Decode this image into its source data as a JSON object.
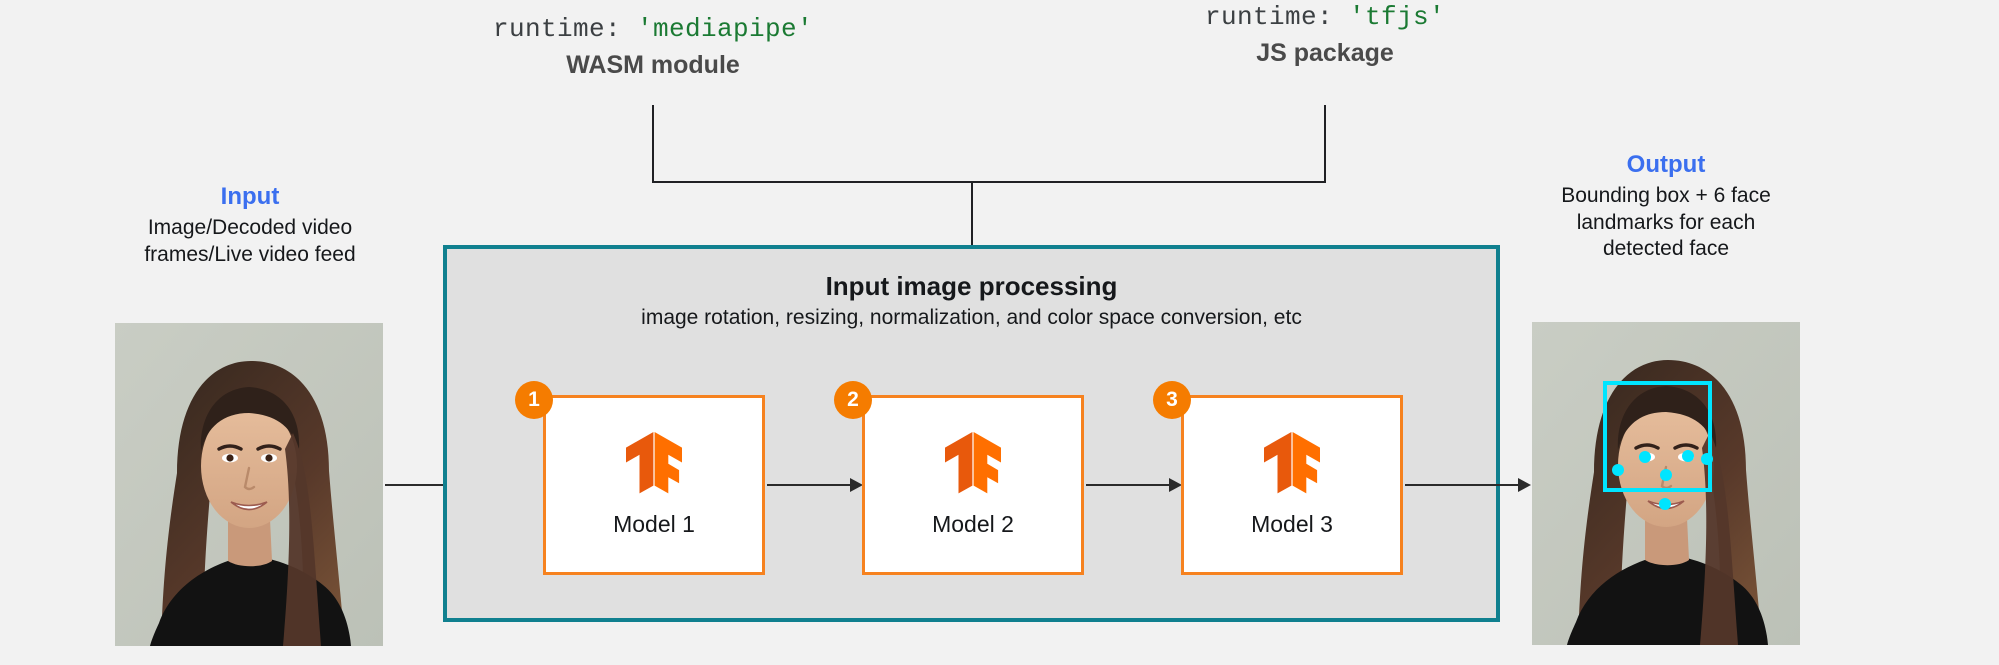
{
  "page": {
    "background": "#F2F2F2",
    "accent_blue": "#3B6FEF",
    "accent_orange": "#F6821F",
    "accent_teal": "#10808F",
    "badge_orange": "#F57C00",
    "landmark_cyan": "#00E5FF"
  },
  "runtimes": [
    {
      "code_key": "runtime:",
      "code_value": "'mediapipe'",
      "kind": "WASM module"
    },
    {
      "code_key": "runtime:",
      "code_value": "'tfjs'",
      "kind": "JS package"
    }
  ],
  "input": {
    "title": "Input",
    "description_line1": "Image/Decoded video",
    "description_line2": "frames/Live video feed"
  },
  "output": {
    "title": "Output",
    "description_line1": "Bounding box + 6 face",
    "description_line2": "landmarks for each",
    "description_line3": "detected face"
  },
  "processing": {
    "title": "Input image processing",
    "subtitle": "image rotation, resizing, normalization, and color space conversion, etc"
  },
  "models": [
    {
      "badge": "1",
      "label": "Model 1",
      "logo": "tensorflow-logo"
    },
    {
      "badge": "2",
      "label": "Model 2",
      "logo": "tensorflow-logo"
    },
    {
      "badge": "3",
      "label": "Model 3",
      "logo": "tensorflow-logo"
    }
  ],
  "detection": {
    "bounding_box_color": "#00E5FF",
    "landmark_count": 6,
    "landmarks": [
      "left-eye",
      "right-eye",
      "nose-tip",
      "mouth-center",
      "left-ear",
      "right-ear"
    ]
  }
}
